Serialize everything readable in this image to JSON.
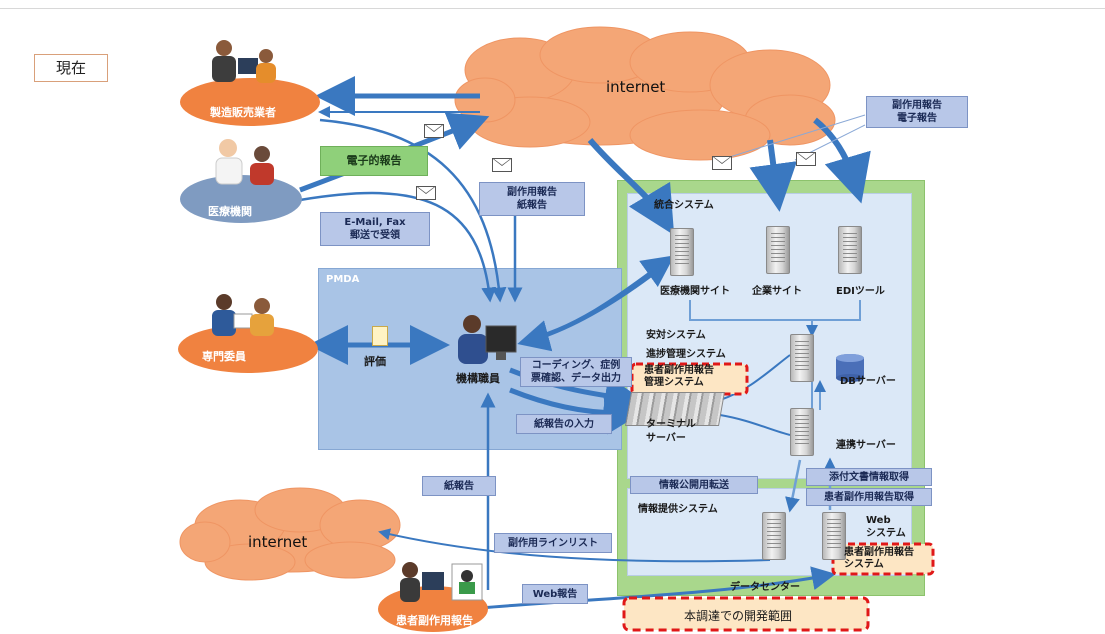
{
  "header": {
    "genzai": "現在"
  },
  "actors": {
    "manufacturer": "製造販売業者",
    "medical_institution": "医療機関",
    "expert": "専門委員",
    "patient_reporter": "患者副作用報告",
    "staff": "機構職員"
  },
  "clouds": {
    "top": "internet",
    "bottom": "internet"
  },
  "regions": {
    "pmda": "PMDA",
    "integrated_system": "統合システム",
    "data_center": "データセンター",
    "info_provision_system": "情報提供システム"
  },
  "labels": {
    "electronic_report": "電子的報告",
    "email_fax": "E-Mail, Fax\n郵送で受領",
    "side_effect_paper": "副作用報告\n紙報告",
    "side_effect_electronic": "副作用報告\n電子報告",
    "evaluation": "評価",
    "coding": "コーディング、症例\n票確認、データ出力",
    "paper_input": "紙報告の入力",
    "paper_report": "紙報告",
    "side_effect_linelist": "副作用ラインリスト",
    "web_report": "Web報告",
    "info_public_transfer": "情報公開用転送",
    "attachment_fetch": "添付文書情報取得",
    "patient_report_fetch": "患者副作用報告取得",
    "anzen_system": "安対システム",
    "progress_system": "進捗管理システム",
    "patient_mgmt": "患者副作用報告\n管理システム",
    "terminal_server": "ターミナル\nサーバー",
    "db_server": "DBサーバー",
    "link_server": "連携サーバー",
    "web_system": "Web\nシステム",
    "patient_system": "患者副作用報告\nシステム",
    "dev_scope": "本調達での開発範囲"
  },
  "sites": {
    "medical_site": "医療機関サイト",
    "company_site": "企業サイト",
    "edi_tool": "EDIツール"
  },
  "colors": {
    "orange": "#f08240",
    "cloud": "#f4a676",
    "pmda_bg": "#a8c3e5",
    "green_border": "#9dd17e",
    "inner_blue": "#dbe8f7",
    "arrow": "#3a78c0",
    "red_dash": "#e01818",
    "scope_fill": "#fde6c4"
  }
}
